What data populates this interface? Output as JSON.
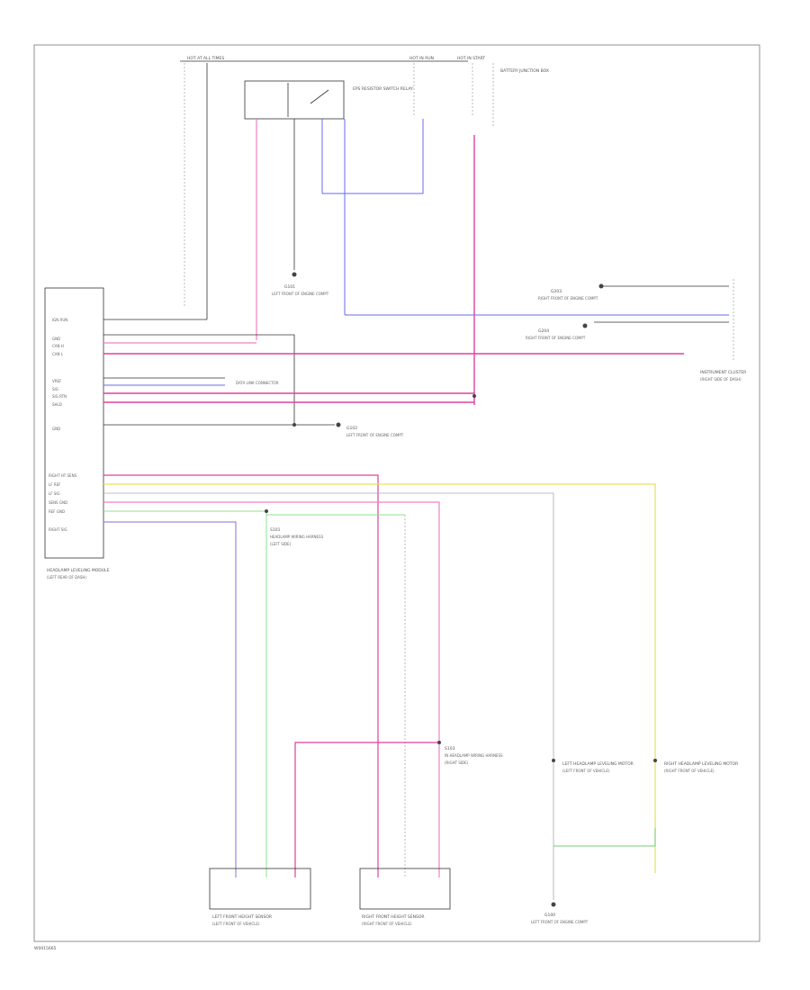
{
  "labels": {
    "fuse_left": "HOT AT ALL TIMES",
    "fuse_mid": "HOT IN RUN",
    "fuse_right": "HOT IN START",
    "fuse_right2": "BATTERY JUNCTION BOX",
    "switch_label": "EPS RESISTOR SWITCH RELAY",
    "ground_g101": "G101",
    "ground_g101_sub": "LEFT FRONT OF ENGINE COMPT",
    "module_name": "HEADLAMP LEVELING MODULE",
    "module_sub": "(LEFT REAR OF DASH)",
    "gnd_mid": "G102",
    "gnd_mid_sub": "LEFT FRONT OF ENGINE COMPT",
    "conn_side": "DATA LINK CONNECTOR",
    "right_block_1": "G203",
    "right_block_1_sub": "RIGHT FRONT OF ENGINE COMPT",
    "right_block_2": "G204",
    "right_block_2_sub": "RIGHT FRONT OF ENGINE COMPT",
    "right_module": "INSTRUMENT CLUSTER",
    "right_module_sub": "(RIGHT SIDE OF DASH)",
    "splice_mid": "S101",
    "splice_mid_sub": "HEADLAMP WIRING HARNESS",
    "splice_mid_sub2": "(LEFT SIDE)",
    "splice_low": "S103",
    "splice_low_sub": "IN HEADLAMP WIRING HARNESS",
    "splice_low_sub2": "(RIGHT SIDE)",
    "lf_sensor": "LEFT FRONT HEIGHT SENSOR",
    "lf_sensor_sub": "(LEFT FRONT OF VEHICLE)",
    "rf_sensor": "RIGHT FRONT HEIGHT SENSOR",
    "rf_sensor_sub": "(RIGHT FRONT OF VEHICLE)",
    "lr_motor": "LEFT HEADLAMP LEVELING MOTOR",
    "lr_motor_sub": "(LEFT FRONT OF VEHICLE)",
    "rr_motor": "RIGHT HEADLAMP LEVELING MOTOR",
    "rr_motor_sub": "(RIGHT FRONT OF VEHICLE)",
    "gnd_low": "G100",
    "gnd_low_sub": "LEFT FRONT OF ENGINE COMPT",
    "footer_code": "W0015665"
  },
  "pins_upper": [
    "IGN RUN",
    "GND",
    "CAN H",
    "CAN L",
    "VREF",
    "SIG",
    "SIG RTN",
    "SHLD",
    "GND"
  ],
  "pins_lower": [
    "RIGHT HT SENS",
    "LF REF",
    "LF SIG",
    "SENS GND",
    "REF GND",
    "RIGHT SIG"
  ],
  "colors": {
    "magenta": "#e0409a",
    "pink": "#f080c0",
    "blue": "#6a6aee",
    "violet": "#8a70d0",
    "yellow": "#e6e060",
    "green": "#70d070",
    "lightgreen": "#90e090",
    "gray": "#999999",
    "black": "#333333"
  }
}
